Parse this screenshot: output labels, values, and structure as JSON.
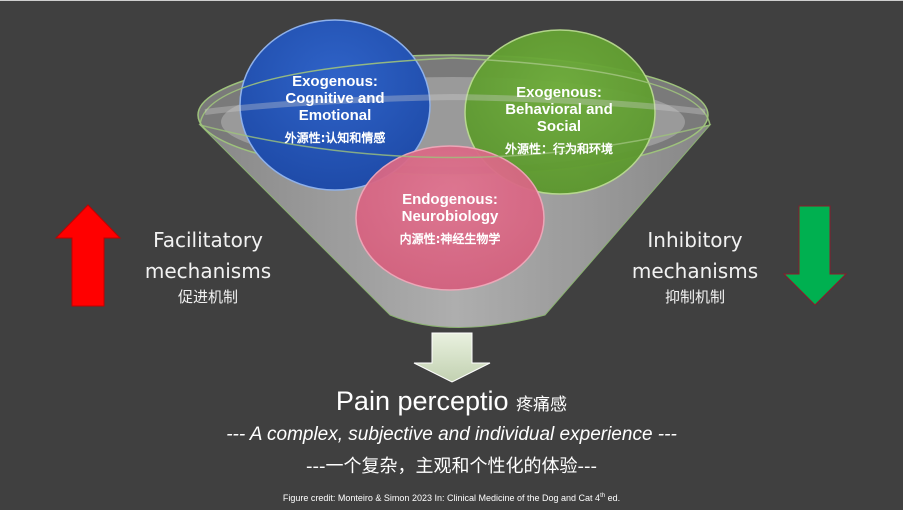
{
  "colors": {
    "background": "#404040",
    "cognitive_circle": "#2456b8",
    "behavioral_circle": "#66a336",
    "neurobiology_circle": "#d95a7c",
    "facilitatory_arrow": "#ff0000",
    "inhibitory_arrow": "#00b050",
    "funnel": "#a6a6a6"
  },
  "icons": {
    "facilitatory": "arrow-up-icon",
    "inhibitory": "arrow-down-icon",
    "output": "arrow-down-icon"
  },
  "circles": {
    "cognitive": {
      "en": "Exogenous: Cognitive and Emotional",
      "zh": "外源性:认知和情感"
    },
    "behavioral": {
      "en": "Exogenous: Behavioral and Social",
      "zh": "外源性：行为和环境"
    },
    "neurobiology": {
      "en": "Endogenous: Neurobiology",
      "zh": "内源性:神经生物学"
    }
  },
  "facilitatory": {
    "en_line1": "Facilitatory",
    "en_line2": "mechanisms",
    "zh": "促进机制"
  },
  "inhibitory": {
    "en_line1": "Inhibitory",
    "en_line2": "mechanisms",
    "zh": "抑制机制"
  },
  "result": {
    "title": "Pain perceptio",
    "title_zh": "疼痛感",
    "subtitle": "--- A complex, subjective and individual experience ---",
    "subtitle_zh": "---一个复杂，主观和个性化的体验---"
  },
  "credit": {
    "text": "Figure credit: Monteiro & Simon 2023 In: Clinical Medicine of the Dog and Cat 4",
    "superscript": "th",
    "suffix": " ed."
  }
}
